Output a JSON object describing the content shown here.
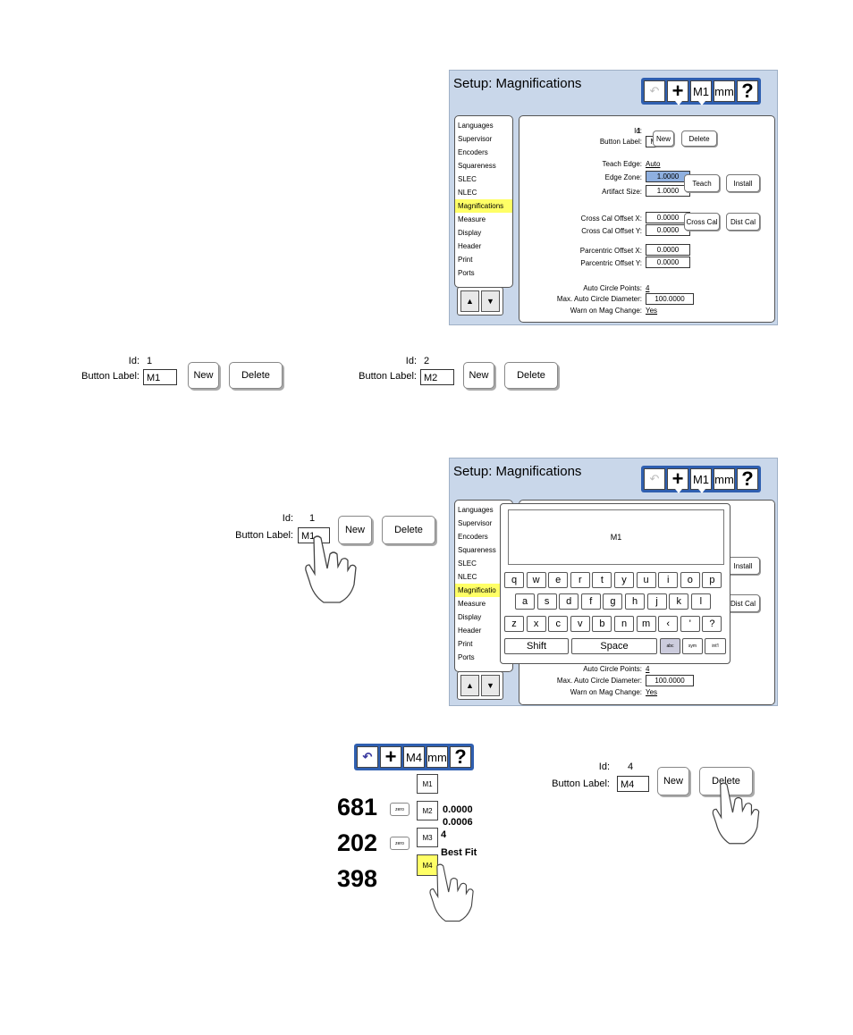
{
  "setup": {
    "title": "Setup: Magnifications",
    "icons": {
      "undo": "undo-icon",
      "plus": "+",
      "mag": "M1",
      "units": "mm",
      "help": "?"
    },
    "menu": [
      "Languages",
      "Supervisor",
      "Encoders",
      "Squareness",
      "SLEC",
      "NLEC",
      "Magnifications",
      "Measure",
      "Display",
      "Header",
      "Print",
      "Ports"
    ],
    "menu_short": [
      "Languages",
      "Supervisor",
      "Encoders",
      "Squareness",
      "SLEC",
      "NLEC",
      "Magnificatio",
      "Measure",
      "Display",
      "Header",
      "Print",
      "Ports"
    ],
    "id_label": "Id:",
    "id_value": "1",
    "button_label": "Button Label:",
    "button_value": "M1",
    "new": "New",
    "delete": "Delete",
    "teach_edge_label": "Teach Edge:",
    "teach_edge_value": "Auto",
    "edge_zone_label": "Edge Zone:",
    "edge_zone_value": "1.0000",
    "artifact_label": "Artifact Size:",
    "artifact_value": "1.0000",
    "teach": "Teach",
    "install": "Install",
    "ccx_label": "Cross Cal Offset X:",
    "ccx_value": "0.0000",
    "ccy_label": "Cross Cal Offset Y:",
    "ccy_value": "0.0000",
    "cross_cal": "Cross Cal",
    "dist_cal": "Dist Cal",
    "pcx_label": "Parcentric Offset X:",
    "pcx_value": "0.0000",
    "pcy_label": "Parcentric Offset Y:",
    "pcy_value": "0.0000",
    "acp_label": "Auto Circle Points:",
    "acp_value": "4",
    "macd_label": "Max. Auto Circle Diameter:",
    "macd_value": "100.0000",
    "warn_label": "Warn on Mag Change:",
    "warn_value": "Yes"
  },
  "example1": {
    "id_label": "Id:",
    "id": "1",
    "label": "Button Label:",
    "value": "M1",
    "new": "New",
    "delete": "Delete"
  },
  "example2": {
    "id_label": "Id:",
    "id": "2",
    "label": "Button Label:",
    "value": "M2",
    "new": "New",
    "delete": "Delete"
  },
  "example3": {
    "id_label": "Id:",
    "id": "1",
    "label": "Button Label:",
    "value": "M1",
    "new": "New",
    "delete": "Delete"
  },
  "example4": {
    "id_label": "Id:",
    "id": "4",
    "label": "Button Label:",
    "value": "M4",
    "new": "New",
    "delete": "Delete"
  },
  "keyboard": {
    "display": "M1",
    "row1": [
      "q",
      "w",
      "e",
      "r",
      "t",
      "y",
      "u",
      "i",
      "o",
      "p"
    ],
    "row2": [
      "a",
      "s",
      "d",
      "f",
      "g",
      "h",
      "j",
      "k",
      "l"
    ],
    "row3": [
      "z",
      "x",
      "c",
      "v",
      "b",
      "n",
      "m",
      "‹",
      "'",
      "?"
    ],
    "shift": "Shift",
    "space": "Space",
    "abc": "abc",
    "sym": "sym",
    "intl": "int'l"
  },
  "dro": {
    "icons": {
      "plus": "+",
      "mag": "M4",
      "units": "mm",
      "help": "?"
    },
    "values": [
      "681",
      "202",
      "398"
    ],
    "zero": "zero",
    "mags": [
      "M1",
      "M2",
      "M3",
      "M4"
    ],
    "readouts": [
      "0.0000",
      "0.0006",
      "4",
      "Best Fit"
    ]
  }
}
